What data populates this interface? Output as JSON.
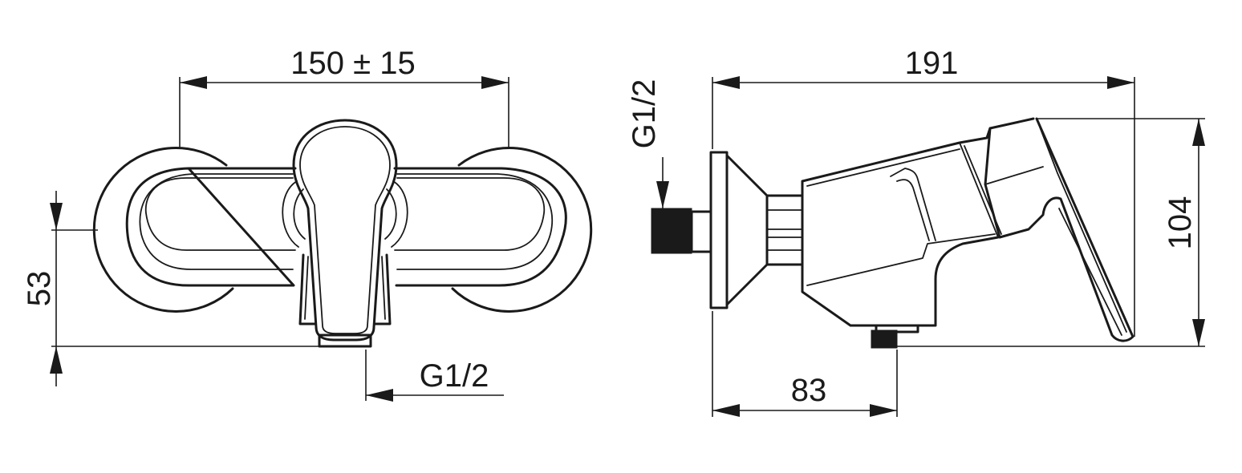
{
  "front_view": {
    "dim_width": "150 ± 15",
    "dim_height": "53",
    "dim_outlet_thread": "G1/2"
  },
  "side_view": {
    "dim_length": "191",
    "dim_height": "104",
    "dim_outlet_offset": "83",
    "dim_inlet_thread": "G1/2"
  }
}
